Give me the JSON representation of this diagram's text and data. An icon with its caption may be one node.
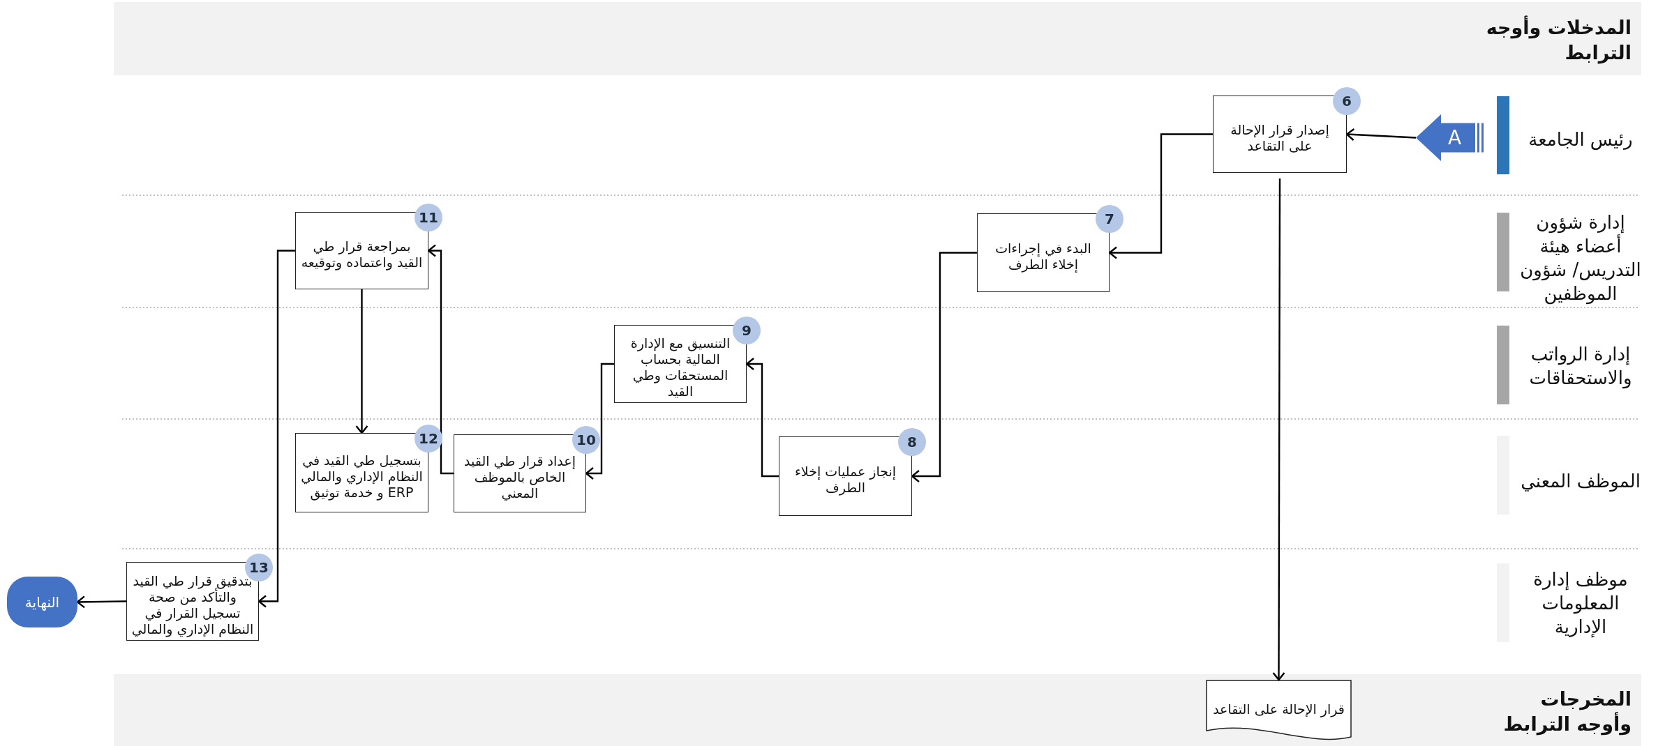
{
  "diagram": {
    "nodes": [
      {
        "text": [
          "المدخلات وأوجه الترابط"
        ]
      },
      {
        "text": [
          "A"
        ]
      },
      {
        "text": [
          "6",
          "إصدار قرار الإحالة على التقاعد"
        ]
      },
      {
        "text": [
          "7",
          "البدء في إجراءات إخلاء الطرف"
        ]
      },
      {
        "text": [
          "8",
          "إنجاز عمليات إخلاء الطرف"
        ]
      },
      {
        "text": [
          "9",
          "التنسيق مع الإدارة المالية بحساب المستحقات وطي القيد"
        ]
      },
      {
        "text": [
          "10",
          "إعداد قرار طي القيد الخاص بالموظف المعني"
        ]
      },
      {
        "text": [
          "11",
          "بمراجعة قرار طي القيد واعتماده وتوقيعه"
        ]
      },
      {
        "text": [
          "12",
          "بتسجيل طي القيد في النظام الإداري والمالي ERP و خدمة توثيق"
        ]
      },
      {
        "text": [
          "13",
          "بتدقيق قرار طي القيد والتأكد من صحة تسجيل القرار في النظام الإداري والمالي"
        ]
      },
      {
        "text": [
          "النهاية"
        ]
      },
      {
        "text": [
          "المخرجات وأوجه الترابط"
        ]
      },
      {
        "text": [
          "قرار الإحالة على التقاعد"
        ],
        "in": 11
      }
    ],
    "edges": [
      {
        "from": 1,
        "to": 2,
        "arrow": "to"
      },
      {
        "from": 2,
        "to": 3,
        "arrow": "to"
      },
      {
        "from": 3,
        "to": 4,
        "arrow": "to"
      },
      {
        "from": 4,
        "to": 5,
        "arrow": "to"
      },
      {
        "from": 5,
        "to": 6,
        "arrow": "to"
      },
      {
        "from": 6,
        "to": 7,
        "arrow": "to"
      },
      {
        "from": 7,
        "to": 8,
        "arrow": "to"
      },
      {
        "from": 7,
        "to": 9,
        "arrow": "to"
      },
      {
        "from": 9,
        "to": 10,
        "arrow": "to"
      },
      {
        "from": 2,
        "to": 12,
        "arrow": "to"
      }
    ],
    "labels": [
      "رئيس الجامعة",
      "إدارة شؤون أعضاء هيئة التدريس/ شؤون الموظفين",
      "إدارة الرواتب والاستحقاقات",
      "الموظف المعني",
      "موظف إدارة المعلومات الإدارية"
    ]
  }
}
